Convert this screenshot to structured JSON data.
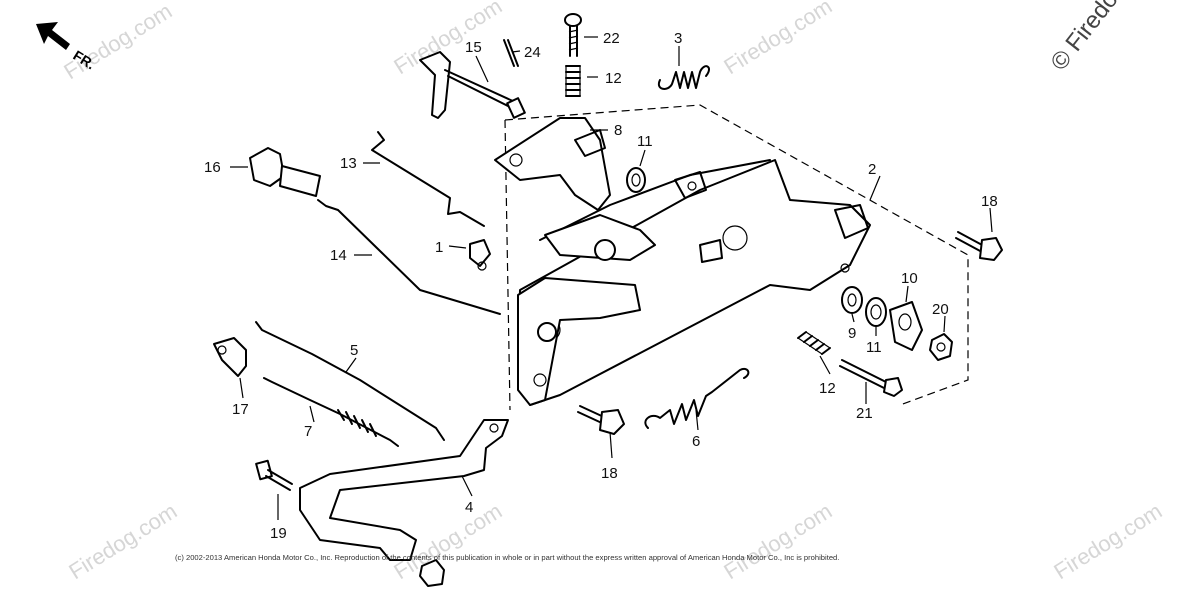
{
  "direction_label": "FR.",
  "watermark_text": "Firedog.com",
  "watermark_corner": "© Firedog",
  "copyright": "(c) 2002-2013 American Honda Motor Co., Inc. Reproduction of the contents of this publication in whole or in part without the express written approval of American Honda Motor Co., Inc is prohibited.",
  "callouts": {
    "c1": "1",
    "c2": "2",
    "c3": "3",
    "c4": "4",
    "c5": "5",
    "c6": "6",
    "c7": "7",
    "c8": "8",
    "c9": "9",
    "c10": "10",
    "c11a": "11",
    "c11b": "11",
    "c12a": "12",
    "c12b": "12",
    "c13": "13",
    "c14": "14",
    "c15": "15",
    "c16": "16",
    "c17": "17",
    "c18a": "18",
    "c18b": "18",
    "c19": "19",
    "c20": "20",
    "c21": "21",
    "c22": "22",
    "c24": "24"
  },
  "colors": {
    "line": "#000000",
    "watermark": "#d6d6d6",
    "background": "#ffffff"
  }
}
